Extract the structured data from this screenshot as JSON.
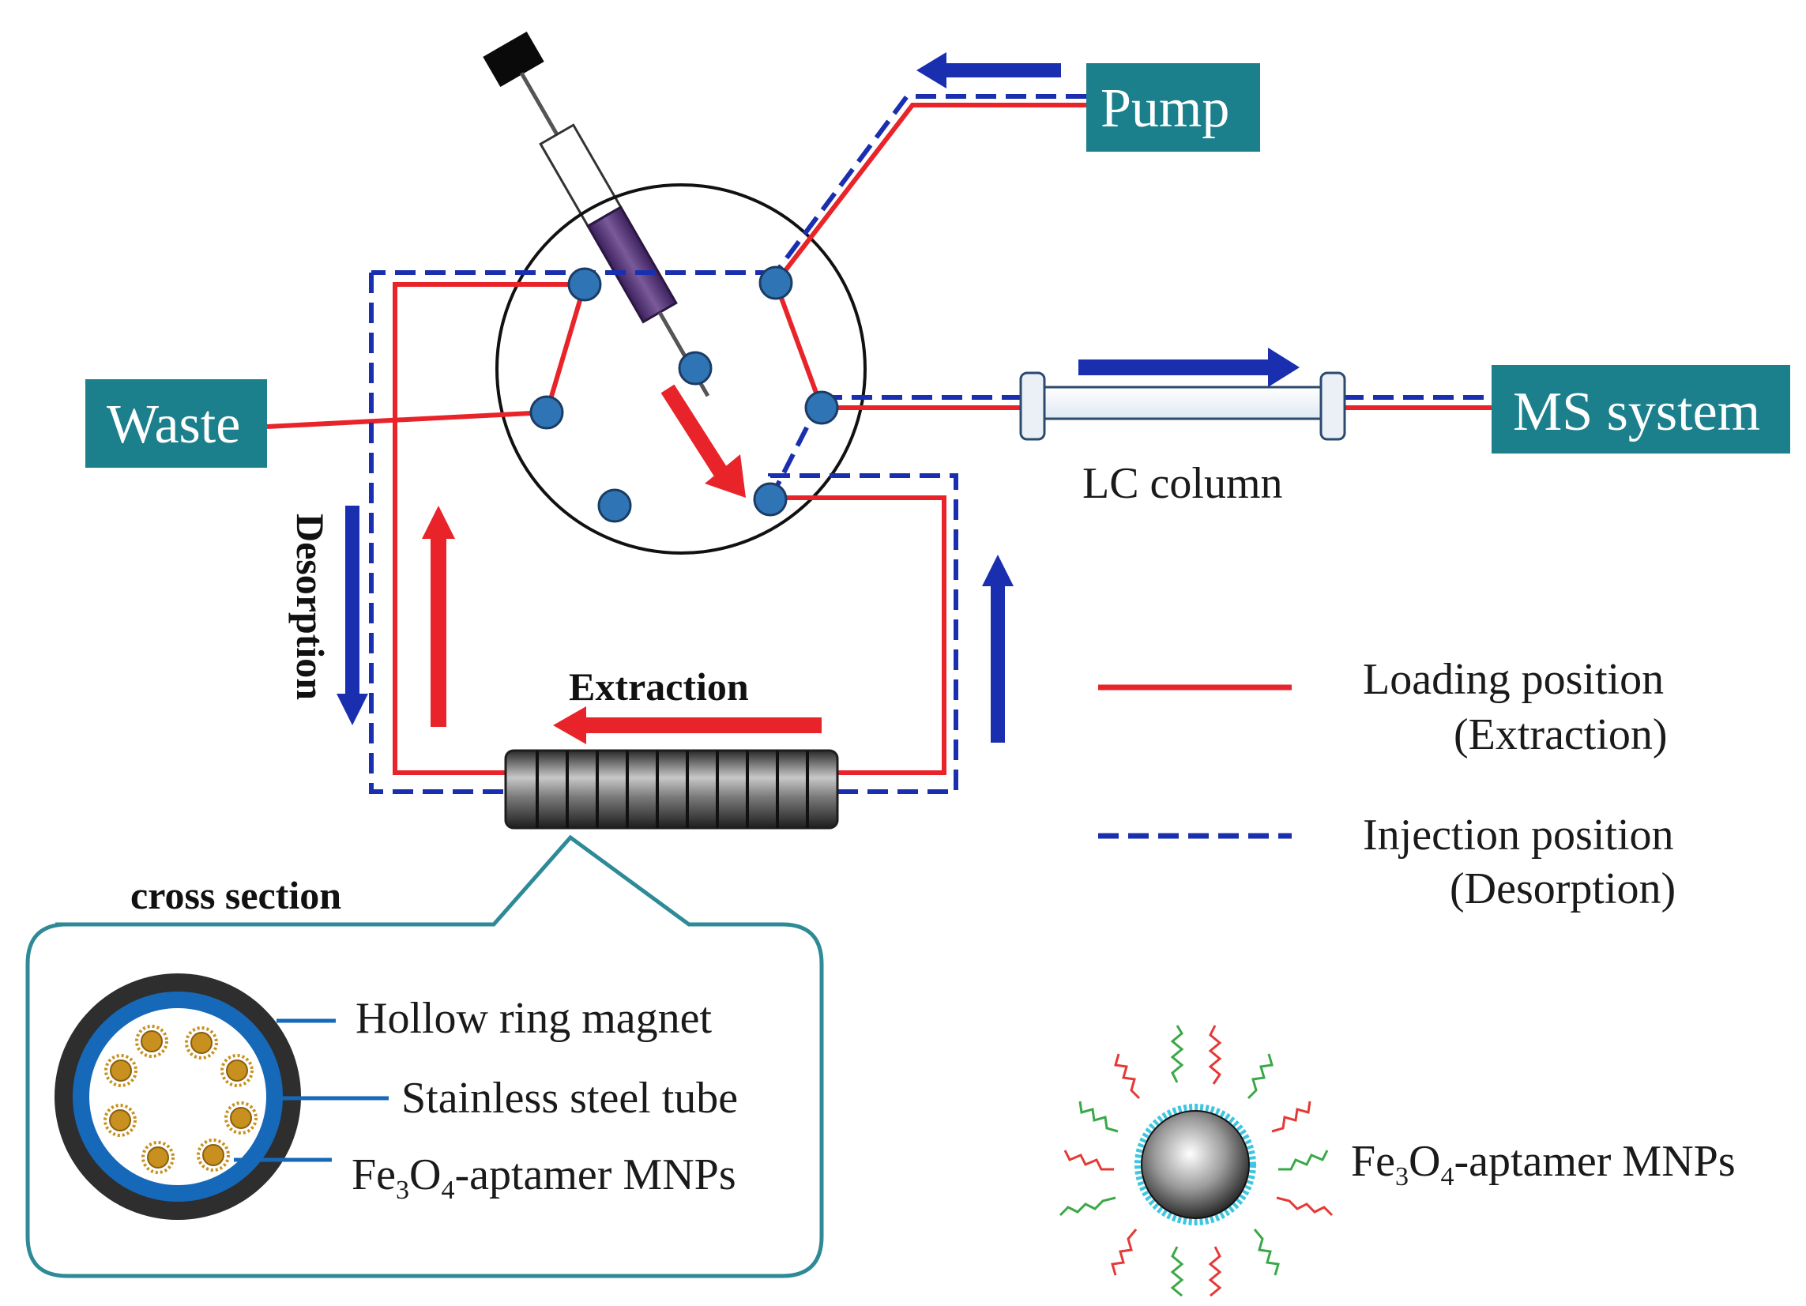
{
  "boxes": {
    "pump": "Pump",
    "waste": "Waste",
    "ms": "MS system"
  },
  "labels": {
    "lc_column": "LC column",
    "desorption": "Desorption",
    "extraction": "Extraction",
    "cross_section": "cross section"
  },
  "legend": {
    "loading_line1": "Loading position",
    "loading_line2": "(Extraction)",
    "injection_line1": "Injection position",
    "injection_line2": "(Desorption)"
  },
  "cross_section": {
    "magnet": "Hollow ring magnet",
    "tube": "Stainless steel tube",
    "mnp_prefix": "Fe",
    "mnp_sub1": "3",
    "mnp_mid": "O",
    "mnp_sub2": "4",
    "mnp_suffix": "-aptamer  MNPs"
  },
  "particle_label": {
    "prefix": "Fe",
    "sub1": "3",
    "mid": "O",
    "sub2": "4",
    "suffix": "-aptamer  MNPs"
  },
  "colors": {
    "box_teal": "#1b7f8c",
    "loading_red": "#e8242a",
    "injection_blue": "#1a2fb0",
    "port_blue": "#2f75b5",
    "magnet_dark": "#2e2e2e",
    "tube_blue": "#1669b8",
    "callout_teal": "#2d8a96",
    "mnp_gold": "#c8901e"
  }
}
